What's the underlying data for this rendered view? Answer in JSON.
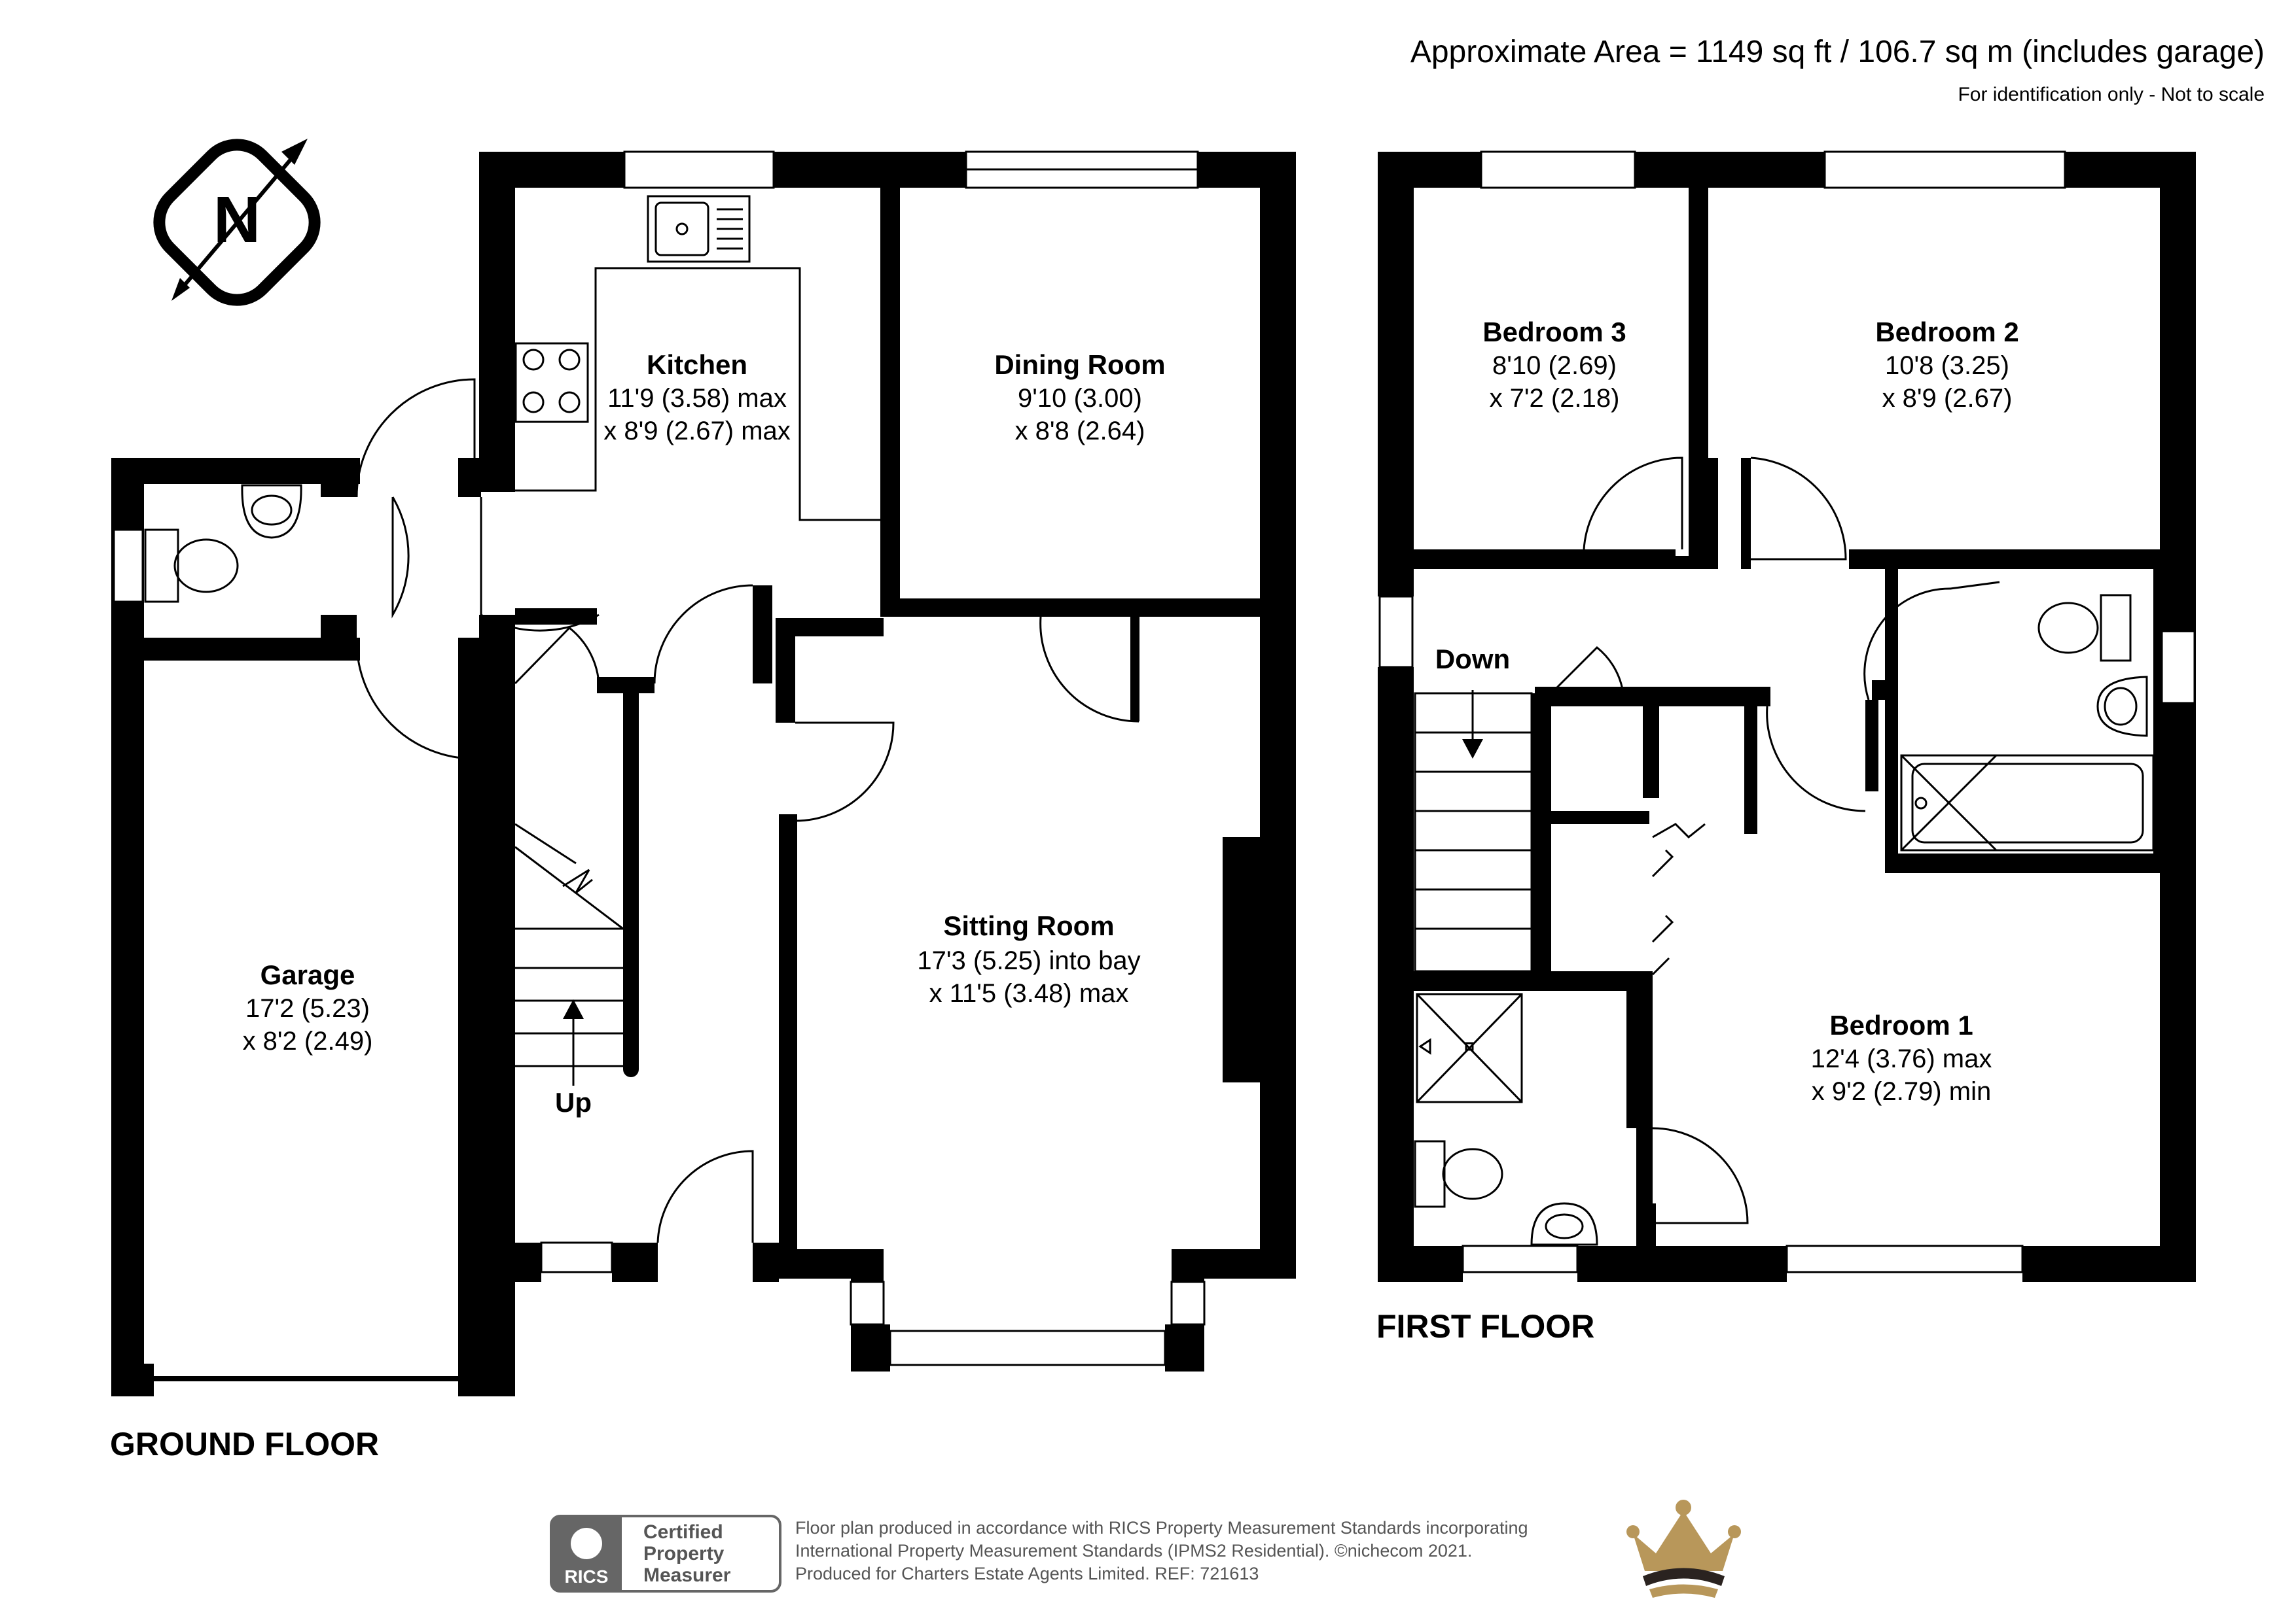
{
  "header": {
    "area": "Approximate Area = 1149 sq ft / 106.7 sq m (includes garage)",
    "note": "For identification only - Not to scale"
  },
  "compass": {
    "label": "N",
    "icon": "north-compass-icon"
  },
  "ground_floor": {
    "title": "GROUND FLOOR",
    "rooms": {
      "kitchen": {
        "name": "Kitchen",
        "dim1": "11'9 (3.58) max",
        "dim2": "x 8'9 (2.67) max"
      },
      "dining": {
        "name": "Dining Room",
        "dim1": "9'10 (3.00)",
        "dim2": "x 8'8 (2.64)"
      },
      "sitting": {
        "name": "Sitting Room",
        "dim1": "17'3 (5.25) into bay",
        "dim2": "x 11'5 (3.48) max"
      },
      "garage": {
        "name": "Garage",
        "dim1": "17'2 (5.23)",
        "dim2": "x 8'2 (2.49)"
      }
    },
    "stairs_label": "Up"
  },
  "first_floor": {
    "title": "FIRST FLOOR",
    "rooms": {
      "bedroom3": {
        "name": "Bedroom 3",
        "dim1": "8'10 (2.69)",
        "dim2": "x 7'2 (2.18)"
      },
      "bedroom2": {
        "name": "Bedroom 2",
        "dim1": "10'8 (3.25)",
        "dim2": "x 8'9 (2.67)"
      },
      "bedroom1": {
        "name": "Bedroom 1",
        "dim1": "12'4 (3.76) max",
        "dim2": "x 9'2 (2.79) min"
      }
    },
    "stairs_label": "Down"
  },
  "footer": {
    "badge_line1": "Certified",
    "badge_line2": "Property",
    "badge_line3": "Measurer",
    "badge_org": "RICS",
    "line1": "Floor plan produced in accordance with RICS Property Measurement Standards incorporating",
    "line2": "International Property Measurement Standards (IPMS2 Residential).  ©nichecom 2021.",
    "line3": "Produced for Charters Estate Agents Limited.   REF:  721613",
    "crown_icon": "crown-logo-icon",
    "colors": {
      "crown": "#b8975a",
      "crown_dark": "#2a2320",
      "badge": "#666666"
    }
  }
}
